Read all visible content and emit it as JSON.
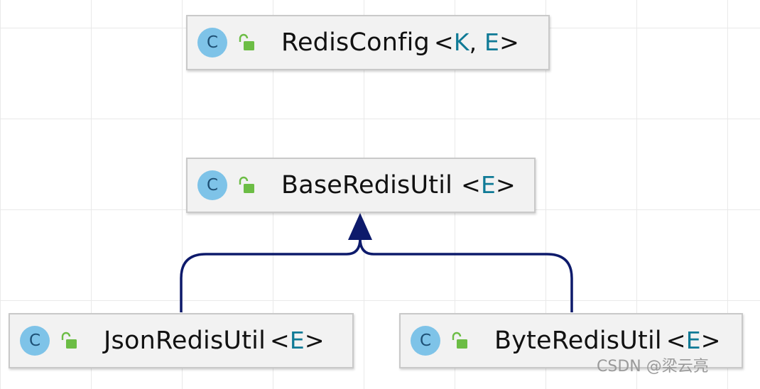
{
  "nodes": {
    "redis_config": {
      "icon_letter": "C",
      "name": "RedisConfig",
      "open": "<",
      "params": [
        "K",
        "E"
      ],
      "close": ">"
    },
    "base_redis_util": {
      "icon_letter": "C",
      "name": "BaseRedisUtil",
      "open": "<",
      "params": [
        "E"
      ],
      "close": ">"
    },
    "json_redis_util": {
      "icon_letter": "C",
      "name": "JsonRedisUtil",
      "open": "<",
      "params": [
        "E"
      ],
      "close": ">"
    },
    "byte_redis_util": {
      "icon_letter": "C",
      "name": "ByteRedisUtil",
      "open": "<",
      "params": [
        "E"
      ],
      "close": ">"
    }
  },
  "separator": ", ",
  "edges": [
    {
      "from": "json_redis_util",
      "to": "base_redis_util",
      "type": "inheritance"
    },
    {
      "from": "byte_redis_util",
      "to": "base_redis_util",
      "type": "inheritance"
    }
  ],
  "colors": {
    "edge": "#0d1a6b",
    "class_icon": "#7ec3e8",
    "lock_icon": "#6cbd45",
    "type_param": "#0f7a96"
  },
  "watermark": "CSDN @梁云亮"
}
